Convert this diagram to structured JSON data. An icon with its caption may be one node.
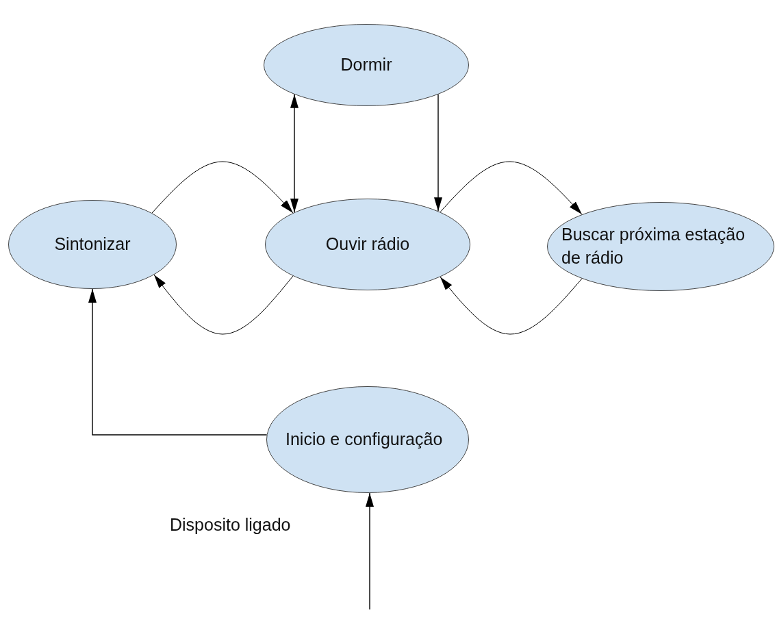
{
  "diagram": {
    "nodes": [
      {
        "text": [
          "Dormir"
        ]
      },
      {
        "text": [
          "Sintonizar"
        ]
      },
      {
        "text": [
          "Ouvir rádio"
        ]
      },
      {
        "text": [
          "Buscar próxima estação de rádio"
        ]
      },
      {
        "text": [
          "Inicio e configuração"
        ]
      }
    ],
    "edges": [
      {
        "from": 0,
        "to": 2,
        "arrow": "both"
      },
      {
        "from": 0,
        "to": 2,
        "arrow": "to"
      },
      {
        "from": 1,
        "to": 2,
        "arrow": "to"
      },
      {
        "from": 2,
        "to": 1,
        "arrow": "to"
      },
      {
        "from": 2,
        "to": 3,
        "arrow": "to"
      },
      {
        "from": 3,
        "to": 2,
        "arrow": "to"
      },
      {
        "from": 4,
        "to": 1,
        "arrow": "to"
      },
      {
        "from": null,
        "to": 4,
        "arrow": "to",
        "label": "Disposito ligado"
      }
    ]
  }
}
